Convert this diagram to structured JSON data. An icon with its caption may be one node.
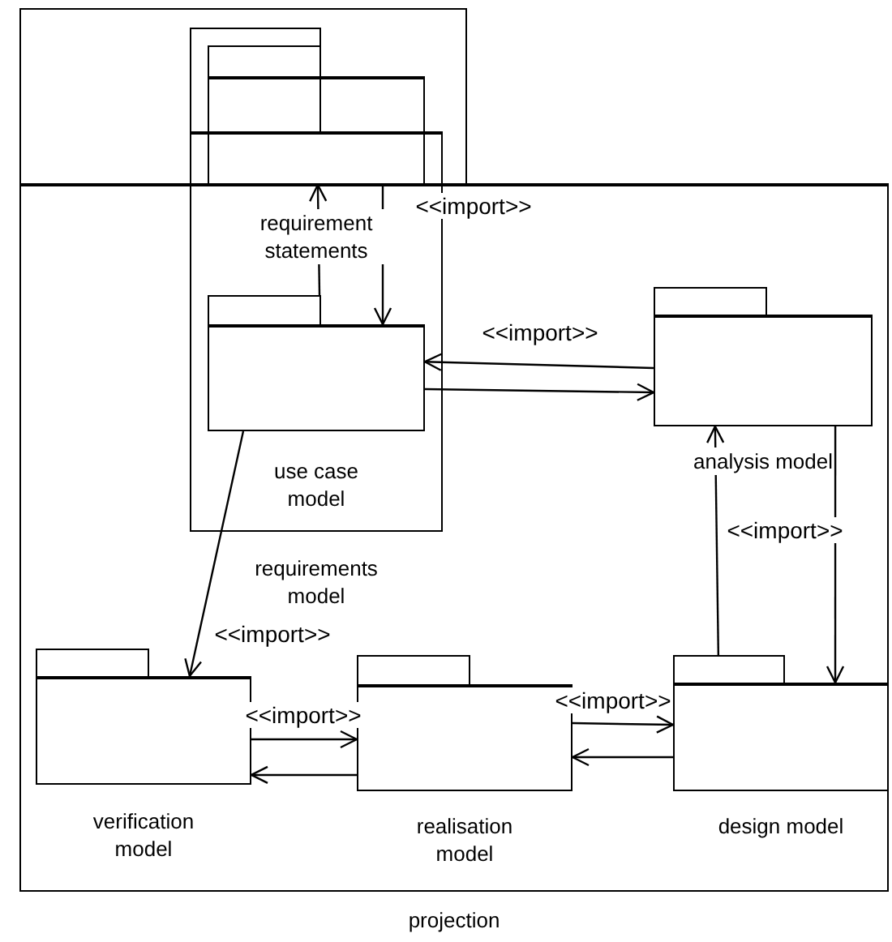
{
  "diagram": {
    "nodes": [
      {
        "text": [
          "projection"
        ]
      },
      {
        "text": [
          "requirements model"
        ],
        "in": 0
      },
      {
        "text": [
          "requirement statements"
        ]
      },
      {
        "text": [
          "use case model"
        ],
        "in": 1
      },
      {
        "text": [
          "analysis model"
        ],
        "in": 0
      },
      {
        "text": [
          "verification model"
        ],
        "in": 0
      },
      {
        "text": [
          "realisation model"
        ],
        "in": 0
      },
      {
        "text": [
          "design model"
        ],
        "in": 0
      }
    ],
    "edges": [
      {
        "from": 3,
        "to": 2,
        "arrow": "to"
      },
      {
        "from": 2,
        "to": 3,
        "arrow": "to",
        "label": "<<import>>"
      },
      {
        "from": 4,
        "to": 3,
        "arrow": "to",
        "label": "<<import>>"
      },
      {
        "from": 3,
        "to": 4,
        "arrow": "to"
      },
      {
        "from": 7,
        "to": 4,
        "arrow": "to"
      },
      {
        "from": 4,
        "to": 7,
        "arrow": "to",
        "label": "<<import>>"
      },
      {
        "from": 3,
        "to": 5,
        "arrow": "to",
        "label": "<<import>>"
      },
      {
        "from": 5,
        "to": 6,
        "arrow": "to",
        "label": "<<import>>"
      },
      {
        "from": 6,
        "to": 5,
        "arrow": "to"
      },
      {
        "from": 6,
        "to": 7,
        "arrow": "to",
        "label": "<<import>>"
      },
      {
        "from": 7,
        "to": 6,
        "arrow": "to"
      }
    ]
  }
}
